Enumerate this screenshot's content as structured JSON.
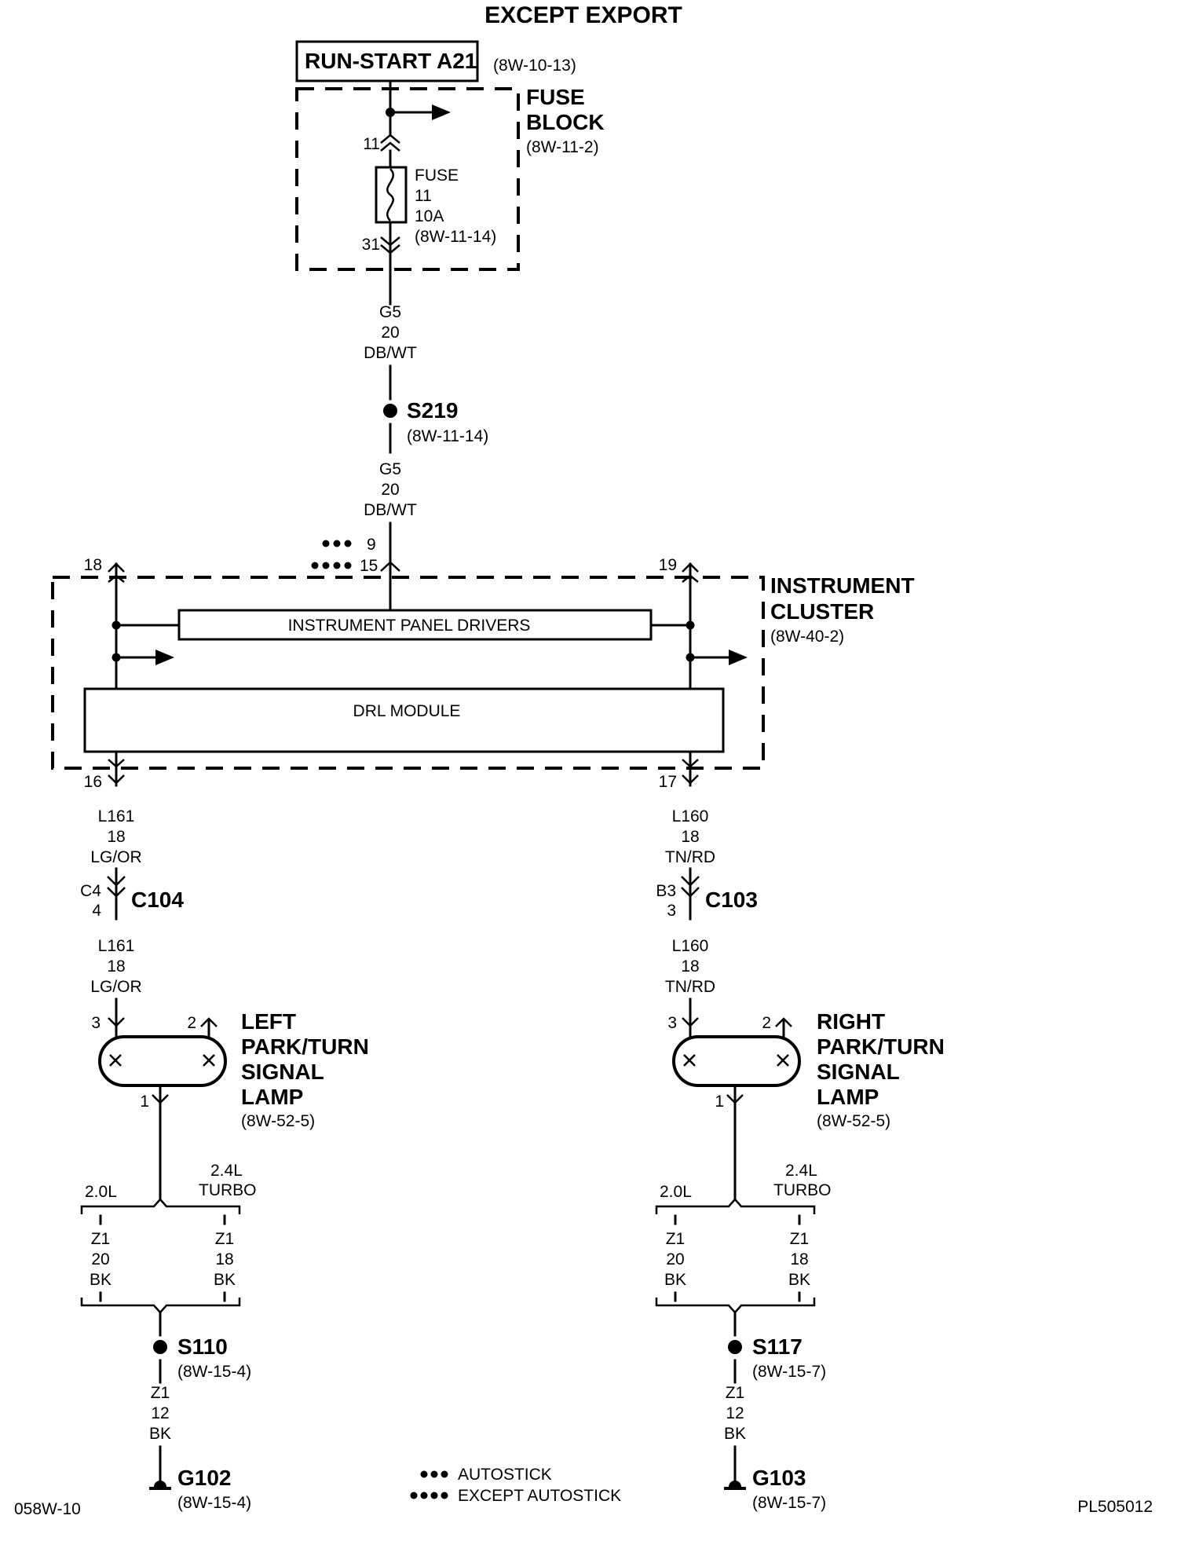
{
  "header": {
    "title": "EXCEPT EXPORT"
  },
  "run_start": {
    "label": "RUN-START A21",
    "ref": "(8W-10-13)"
  },
  "fuse_block": {
    "title_line1": "FUSE",
    "title_line2": "BLOCK",
    "ref": "(8W-11-2)",
    "pin_in": "11",
    "pin_out": "31",
    "fuse_line1": "FUSE",
    "fuse_line2": "11",
    "fuse_line3": "10A",
    "fuse_ref": "(8W-11-14)"
  },
  "wire_g5_upper": {
    "circuit": "G5",
    "gauge": "20",
    "color": "DB/WT"
  },
  "splice_s219": {
    "name": "S219",
    "ref": "(8W-11-14)"
  },
  "wire_g5_lower": {
    "circuit": "G5",
    "gauge": "20",
    "color": "DB/WT"
  },
  "cluster_pins": {
    "autostick": "9",
    "except_autostick": "15",
    "left_top": "18",
    "right_top": "19",
    "left_bottom": "16",
    "right_bottom": "17"
  },
  "instrument_cluster": {
    "title_line1": "INSTRUMENT",
    "title_line2": "CLUSTER",
    "ref": "(8W-40-2)",
    "drivers_label": "INSTRUMENT PANEL DRIVERS",
    "drl_label": "DRL MODULE"
  },
  "left_branch": {
    "wire_upper": {
      "circuit": "L161",
      "gauge": "18",
      "color": "LG/OR"
    },
    "connector": {
      "name": "C104",
      "pin_a": "C4",
      "pin_b": "4"
    },
    "wire_lower": {
      "circuit": "L161",
      "gauge": "18",
      "color": "LG/OR"
    },
    "lamp": {
      "pin3": "3",
      "pin2": "2",
      "pin1": "1",
      "line1": "LEFT",
      "line2": "PARK/TURN",
      "line3": "SIGNAL",
      "line4": "LAMP",
      "ref": "(8W-52-5)"
    },
    "option_a": "2.0L",
    "option_b_line1": "2.4L",
    "option_b_line2": "TURBO",
    "ground_wire_a": {
      "circuit": "Z1",
      "gauge": "20",
      "color": "BK"
    },
    "ground_wire_b": {
      "circuit": "Z1",
      "gauge": "18",
      "color": "BK"
    },
    "splice": {
      "name": "S110",
      "ref": "(8W-15-4)"
    },
    "ground_wire": {
      "circuit": "Z1",
      "gauge": "12",
      "color": "BK"
    },
    "ground": {
      "name": "G102",
      "ref": "(8W-15-4)"
    }
  },
  "right_branch": {
    "wire_upper": {
      "circuit": "L160",
      "gauge": "18",
      "color": "TN/RD"
    },
    "connector": {
      "name": "C103",
      "pin_a": "B3",
      "pin_b": "3"
    },
    "wire_lower": {
      "circuit": "L160",
      "gauge": "18",
      "color": "TN/RD"
    },
    "lamp": {
      "pin3": "3",
      "pin2": "2",
      "pin1": "1",
      "line1": "RIGHT",
      "line2": "PARK/TURN",
      "line3": "SIGNAL",
      "line4": "LAMP",
      "ref": "(8W-52-5)"
    },
    "option_a": "2.0L",
    "option_b_line1": "2.4L",
    "option_b_line2": "TURBO",
    "ground_wire_a": {
      "circuit": "Z1",
      "gauge": "20",
      "color": "BK"
    },
    "ground_wire_b": {
      "circuit": "Z1",
      "gauge": "18",
      "color": "BK"
    },
    "splice": {
      "name": "S117",
      "ref": "(8W-15-7)"
    },
    "ground_wire": {
      "circuit": "Z1",
      "gauge": "12",
      "color": "BK"
    },
    "ground": {
      "name": "G103",
      "ref": "(8W-15-7)"
    }
  },
  "legend": {
    "autostick": "AUTOSTICK",
    "except_autostick": "EXCEPT AUTOSTICK"
  },
  "footer": {
    "left_code": "058W-10",
    "right_code": "PL505012"
  }
}
